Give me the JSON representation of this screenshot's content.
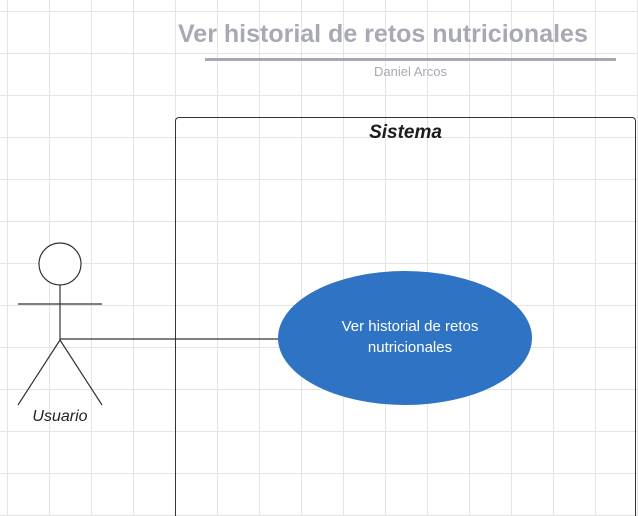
{
  "diagram": {
    "title": "Ver historial de retos nutricionales",
    "author": "Daniel Arcos",
    "system_label": "Sistema",
    "actor_label": "Usuario",
    "use_case_label": "Ver historial de retos nutricionales",
    "colors": {
      "title": "#a7aab3",
      "use_case_fill": "#2f74c4",
      "use_case_text": "#ffffff",
      "lines": "#333333"
    }
  }
}
